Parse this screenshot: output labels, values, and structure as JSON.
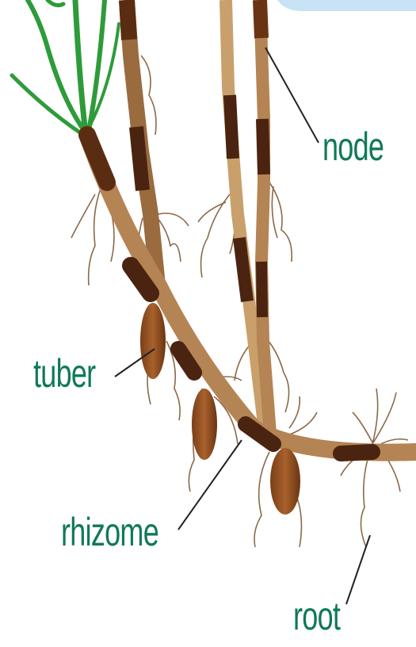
{
  "labels": {
    "node": "node",
    "tuber": "tuber",
    "rhizome": "rhizome",
    "root": "root"
  },
  "colors": {
    "label": "#0f7a55",
    "stem_light": "#b58455",
    "stem_dark": "#5a2d12",
    "leaf_green": "#2e9b3a",
    "root_line": "#8a6a4a",
    "leader_line": "#222222",
    "corner_tab": "#c7e3f5"
  }
}
